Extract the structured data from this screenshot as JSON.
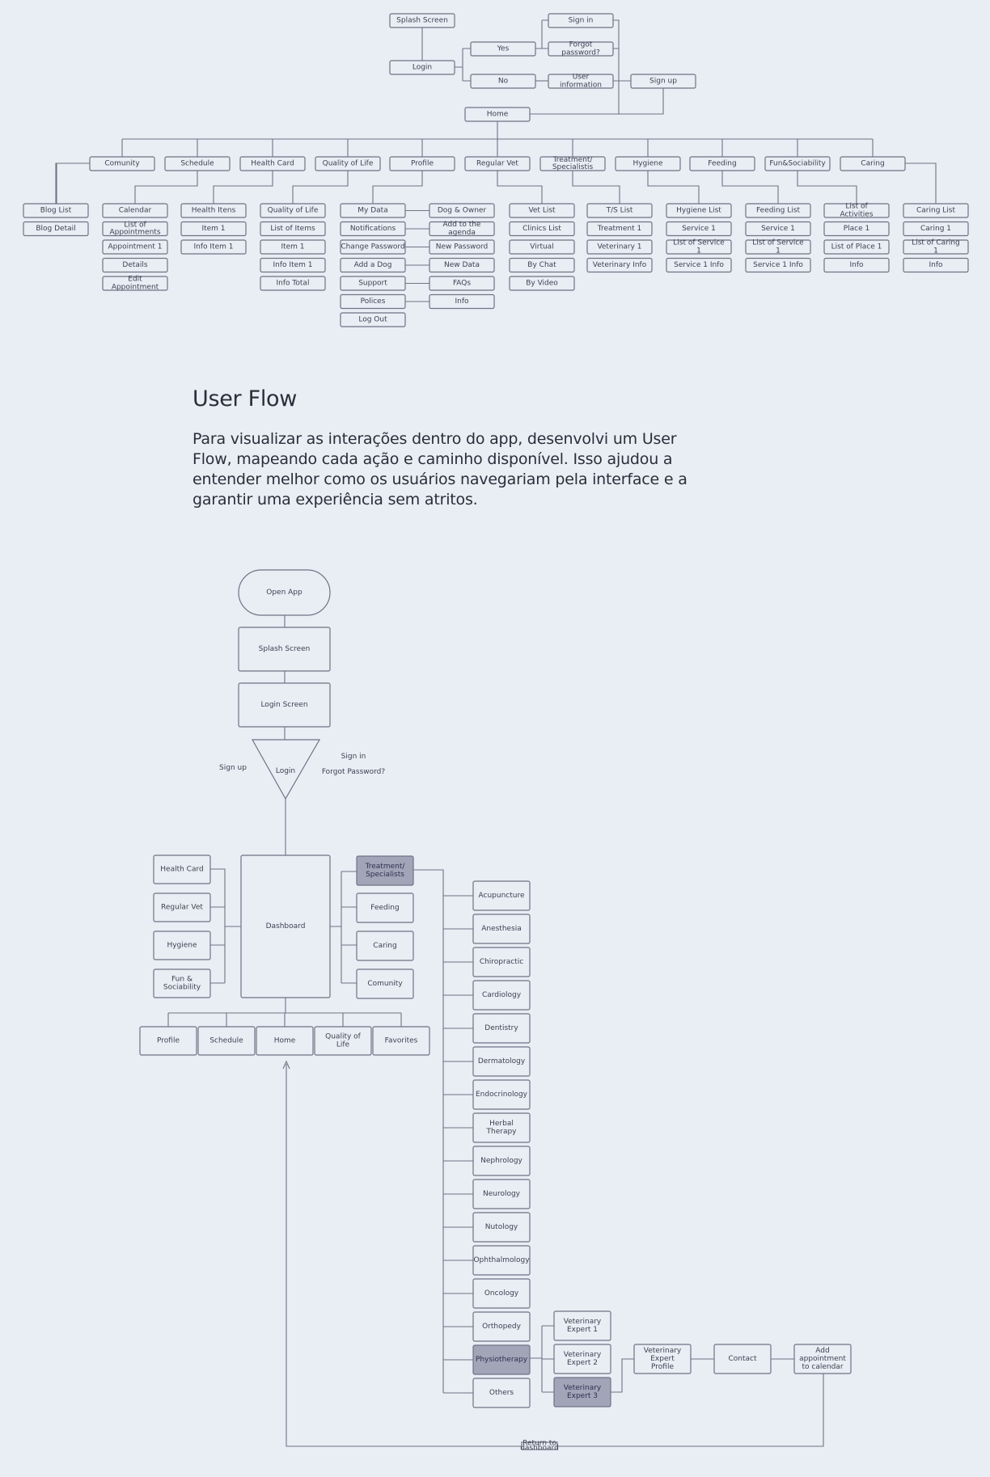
{
  "section": {
    "title": "User Flow",
    "description": "Para visualizar as interações dentro do app, desenvolvi um User Flow, mapeando cada ação e caminho disponível. Isso ajudou a entender melhor como os usuários navegariam pela interface e a garantir uma experiência sem atritos."
  },
  "sitemap": {
    "splash": "Splash Screen",
    "login": "Login",
    "yes": "Yes",
    "no": "No",
    "sign_in": "Sign in",
    "forgot_password": "Forgot password?",
    "user_information": "User information",
    "sign_up": "Sign up",
    "home": "Home",
    "categories": [
      {
        "key": "comunity",
        "label": "Comunity",
        "children": [
          "Blog List",
          "Blog Detail"
        ]
      },
      {
        "key": "schedule",
        "label": "Schedule",
        "children": [
          "Calendar",
          "List of Appointments",
          "Appointment 1",
          "Details",
          "Edit Appointment"
        ]
      },
      {
        "key": "health-card",
        "label": "Health Card",
        "children": [
          "Health Itens",
          "Item 1",
          "Info Item 1"
        ]
      },
      {
        "key": "quality-of-life",
        "label": "Quality of Life",
        "children": [
          "Quality of Life",
          "List of Items",
          "Item 1",
          "Info Item 1",
          "Info Total"
        ]
      },
      {
        "key": "profile",
        "label": "Profile",
        "children": [
          "My Data",
          "Notifications",
          "Change Password",
          "Add a Dog",
          "Support",
          "Polices",
          "Log Out"
        ],
        "sub_children": [
          "Dog & Owner",
          "Add to the agenda",
          "New Password",
          "New Data",
          "FAQs",
          "Info"
        ]
      },
      {
        "key": "regular-vet",
        "label": "Regular Vet",
        "children": [
          "Vet List",
          "Clinics List",
          "Virtual",
          "By Chat",
          "By Video"
        ]
      },
      {
        "key": "treatment-specialists",
        "label": "Treatment/ Specialistis",
        "children": [
          "T/S List",
          "Treatment 1",
          "Veterinary 1",
          "Veterinary Info"
        ]
      },
      {
        "key": "hygiene",
        "label": "Hygiene",
        "children": [
          "Hygiene List",
          "Service 1",
          "List of Service 1",
          "Service 1 Info"
        ]
      },
      {
        "key": "feeding",
        "label": "Feeding",
        "children": [
          "Feeding  List",
          "Service 1",
          "List of Service 1",
          "Service 1 Info"
        ]
      },
      {
        "key": "fun-sociability",
        "label": "Fun&Sociability",
        "children": [
          "List of Activities",
          "Place 1",
          "List of Place 1",
          "Info"
        ]
      },
      {
        "key": "caring",
        "label": "Caring",
        "children": [
          "Caring  List",
          "Caring  1",
          "List of Caring  1",
          "Info"
        ]
      }
    ]
  },
  "userflow": {
    "open_app": "Open App",
    "splash": "Splash Screen",
    "login_screen": "Login Screen",
    "login": "Login",
    "sign_up": "Sign up",
    "sign_in": "Sign in",
    "forgot_password": "Forgot Password?",
    "dashboard": "Dashboard",
    "left": [
      "Health Card",
      "Regular Vet",
      "Hygiene",
      "Fun & Sociability"
    ],
    "right": [
      "Treatment/ Specialists",
      "Feeding",
      "Caring",
      "Comunity"
    ],
    "bottom": [
      "Profile",
      "Schedule",
      "Home",
      "Quality of Life",
      "Favorites"
    ],
    "specialties": [
      "Acupuncture",
      "Anesthesia",
      "Chiropractic",
      "Cardiology",
      "Dentistry",
      "Dermatology",
      "Endocrinology",
      "Herbal Therapy",
      "Nephrology",
      "Neurology",
      "Nutology",
      "Ophthalmology",
      "Oncology",
      "Orthopedy",
      "Physiotherapy",
      "Others"
    ],
    "experts": [
      "Veterinary Expert 1",
      "Veterinary Expert 2",
      "Veterinary Expert 3"
    ],
    "expert_profile": "Veterinary Expert Profile",
    "contact": "Contact",
    "add_appointment": "Add appointment to calendar",
    "return_label": "Return to dashboard"
  }
}
